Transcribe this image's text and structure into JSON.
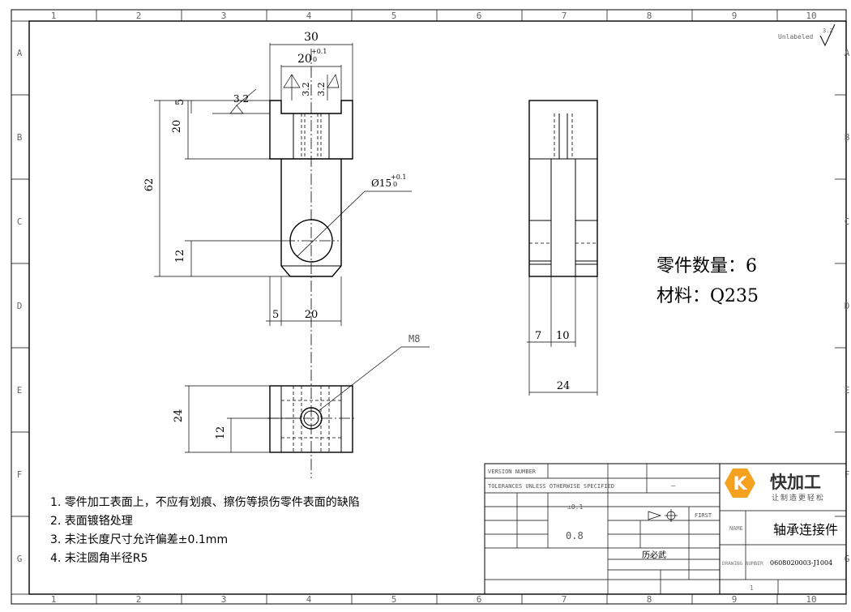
{
  "border": {
    "columns": [
      "1",
      "2",
      "3",
      "4",
      "5",
      "6",
      "7",
      "8",
      "9",
      "10"
    ],
    "rows": [
      "A",
      "B",
      "C",
      "D",
      "E",
      "F",
      "G"
    ]
  },
  "surface_finish": {
    "general_label": "Unlabeled",
    "general_value": "3.2",
    "ra_top_left": "3.2",
    "ra_top_right": "3.2",
    "ra_side": "3.2"
  },
  "dims": {
    "width_30": "30",
    "slot_20": "20",
    "slot_tol": "+0.1",
    "slot_tol_low": "0",
    "depth_5": "5",
    "slot_depth_20": "20",
    "height_62": "62",
    "hole_dia": "Ø15",
    "hole_tol": "+0.1",
    "hole_tol_low": "0",
    "hole_pos_12": "12",
    "bottom_5": "5",
    "bottom_20": "20",
    "thread": "M8",
    "plan_24": "24",
    "plan_12": "12",
    "side_7": "7",
    "side_10": "10",
    "side_24": "24"
  },
  "part_info": {
    "quantity": "零件数量：6",
    "material": "材料：Q235"
  },
  "notes": [
    "1. 零件加工表面上，不应有划痕、擦伤等损伤零件表面的缺陷",
    "2. 表面镀铬处理",
    "3. 未注长度尺寸允许偏差±0.1mm",
    "4. 未注圆角半径R5"
  ],
  "title_block": {
    "version_number": "VERSION NUMBER",
    "tolerances": "TOLERANCES UNLESS OTHERWISE SPECIFIED",
    "tol_values": "±0.1",
    "finish_value": "0.8",
    "designer": "历必武",
    "dash": "—",
    "first": "FIRST",
    "name_label": "NAME",
    "part_name": "轴承连接件",
    "drawing_label": "DRAWING NUMBER",
    "drawing_number": "0608020003-J1004",
    "page": "1"
  },
  "logo": {
    "brand": "快加工",
    "slogan": "让制造更轻松",
    "mark": "K",
    "accent": "#f5a01e"
  }
}
